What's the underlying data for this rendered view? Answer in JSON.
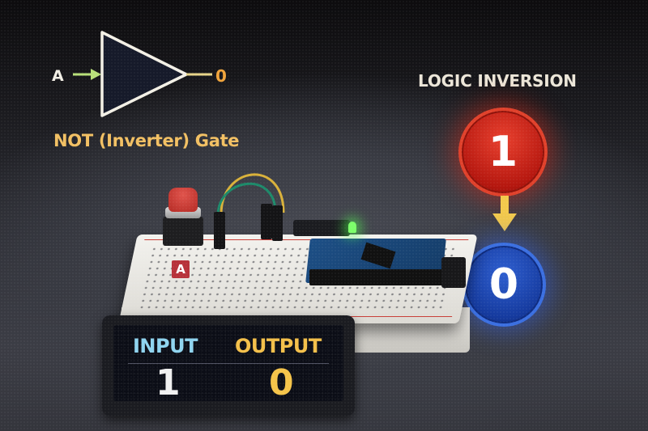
{
  "gate_diagram": {
    "input_label": "A",
    "output_label": "0",
    "title": "NOT (Inverter) Gate",
    "colors": {
      "input_arrow": "#b9e07a",
      "output_line": "#e8d58a",
      "output_label": "#f0a43c",
      "title": "#f2c063"
    }
  },
  "logic_inversion": {
    "title": "LOGIC INVERSION",
    "input_value": "1",
    "output_value": "0",
    "colors": {
      "input_circle": "#c8201a",
      "output_circle": "#1d4ab4",
      "arrow": "#f2c94c"
    }
  },
  "hardware": {
    "button_tag": "A",
    "led_color": "#66ff55"
  },
  "display": {
    "input_label": "INPUT",
    "output_label": "OUTPUT",
    "input_value": "1",
    "output_value": "0",
    "colors": {
      "input": "#8fd4ef",
      "output": "#f4c04a"
    }
  }
}
